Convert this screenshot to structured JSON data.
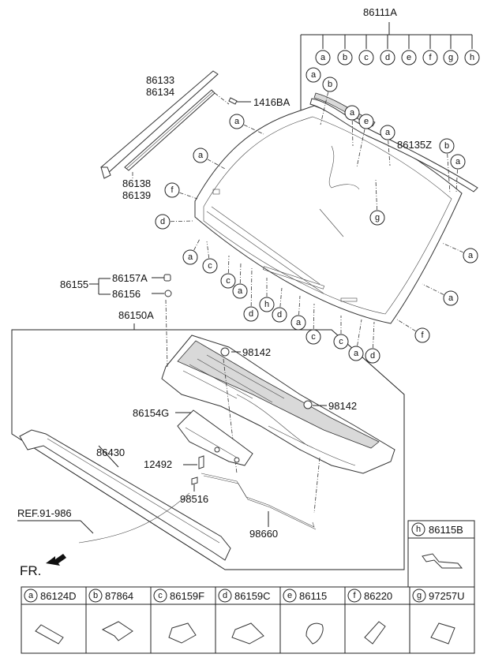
{
  "parts": {
    "windshield_set": "86111A",
    "letters_top": [
      "a",
      "b",
      "c",
      "d",
      "e",
      "f",
      "g",
      "h"
    ],
    "moulding_upper_1": "86133",
    "moulding_upper_2": "86134",
    "moulding_lower_1": "86138",
    "moulding_lower_2": "86139",
    "bolt": "1416BA",
    "strip": "86135Z",
    "cowl_group": "86155",
    "cowl_sub_1": "86157A",
    "cowl_sub_2": "86156",
    "cowl_panel": "86150A",
    "grommet_1": "98142",
    "grommet_2": "98142",
    "cover": "86154G",
    "weatherstrip": "86430",
    "screw": "12492",
    "nozzle": "98516",
    "hose": "98660",
    "reference": "REF.91-986",
    "front_label": "FR."
  },
  "callouts": {
    "b1": "a",
    "b2": "b",
    "b3": "a",
    "b4": "e",
    "b5": "a",
    "b6": "b",
    "b7": "a",
    "b8": "a",
    "b9": "a",
    "b10": "f",
    "b11": "d",
    "b12": "a",
    "b13": "c",
    "b14": "c",
    "b15": "a",
    "b16": "d",
    "b17": "h",
    "b18": "d",
    "b19": "a",
    "b20": "c",
    "b21": "c",
    "b22": "a",
    "b23": "d",
    "b24": "f",
    "b25": "a",
    "b26": "a",
    "b27": "g"
  },
  "legend": {
    "h": {
      "letter": "h",
      "part": "86115B"
    },
    "items": [
      {
        "letter": "a",
        "part": "86124D"
      },
      {
        "letter": "b",
        "part": "87864"
      },
      {
        "letter": "c",
        "part": "86159F"
      },
      {
        "letter": "d",
        "part": "86159C"
      },
      {
        "letter": "e",
        "part": "86115"
      },
      {
        "letter": "f",
        "part": "86220"
      },
      {
        "letter": "g",
        "part": "97257U"
      }
    ]
  }
}
